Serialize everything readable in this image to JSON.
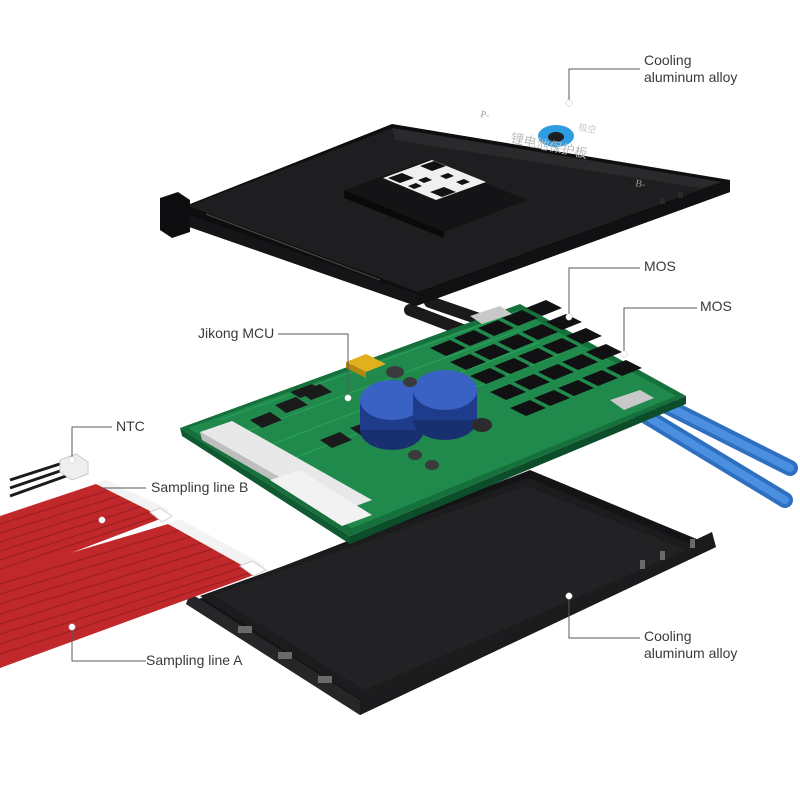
{
  "labels": {
    "cooling_top": {
      "line1": "Cooling",
      "line2": "aluminum alloy"
    },
    "mos_1": "MOS",
    "mos_2": "MOS",
    "mcu": "Jikong MCU",
    "ntc": "NTC",
    "sampling_b": "Sampling line B",
    "sampling_a": "Sampling line A",
    "cooling_bottom": {
      "line1": "Cooling",
      "line2": "aluminum alloy"
    }
  },
  "cover": {
    "terminal_p": "P-",
    "terminal_b": "B-",
    "brand_cn": "极空",
    "title_cn": "锂电池保护板"
  },
  "colors": {
    "cover": "#1e1e20",
    "pcb": "#1f8a4c",
    "wire": "#c0282b",
    "cable": "#3f86d8",
    "capacitor": "#1f3c8c",
    "text": "#3a3a3a"
  }
}
